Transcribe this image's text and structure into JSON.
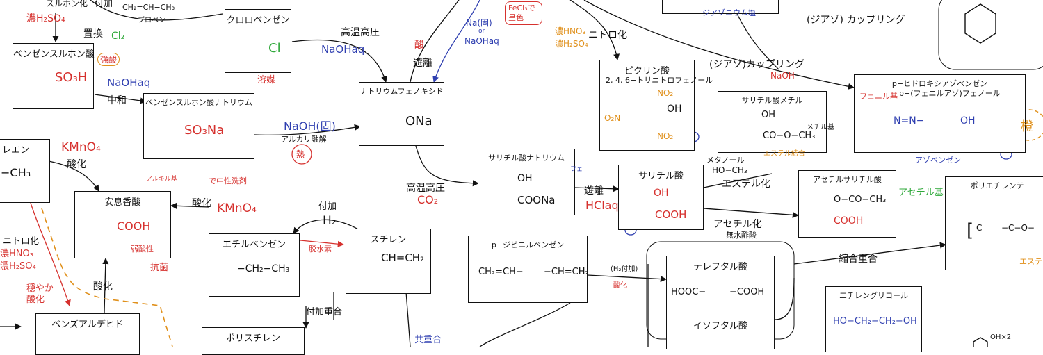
{
  "colors": {
    "ink": "#111111",
    "red": "#d6312e",
    "blue": "#2f3fb0",
    "orange": "#e0901b",
    "green": "#2fa83a"
  },
  "boxes": {
    "chlorobenzene": {
      "title": "クロロベンゼン",
      "formula": "Cl"
    },
    "benzenesulfonic_acid": {
      "title": "ベンゼンスルホン酸",
      "formula": "SO₃H"
    },
    "sodium_benzenesulfonate": {
      "title": "ベンゼンスルホン酸ナトリウム",
      "formula": "SO₃Na"
    },
    "sodium_phenoxide": {
      "title": "ナトリウムフェノキシド",
      "formula": "ONa"
    },
    "picric_acid": {
      "title": "ピクリン酸",
      "subtitle": "2, 4, 6−トリニトロフェノール",
      "no2": "NO₂",
      "oh": "OH",
      "o2n": "O₂N"
    },
    "methyl_salicylate": {
      "title": "サリチル酸メチル",
      "oh": "OH",
      "ester": "CO−O−CH₃"
    },
    "hydroxyazobenzene": {
      "title": "p−ヒドロキシアゾベンゼン",
      "subtitle": "p−(フェニルアゾ)フェノール",
      "formula": "N=N−",
      "oh": "OH"
    },
    "toluene": {
      "title": "レエン",
      "formula": "−CH₃"
    },
    "benzoic_acid": {
      "title": "安息香酸",
      "formula": "COOH"
    },
    "sodium_salicylate": {
      "title": "サリチル酸ナトリウム",
      "oh": "OH",
      "formula": "COONa"
    },
    "salicylic_acid": {
      "title": "サリチル酸",
      "oh": "OH",
      "formula": "COOH"
    },
    "acetylsalicylic_acid": {
      "title": "アセチルサリチル酸",
      "formula": "O−CO−CH₃",
      "cooh": "COOH"
    },
    "polyethylene_terephthalate": {
      "title": "ポリエチレンテ"
    },
    "ethylbenzene": {
      "title": "エチルベンゼン",
      "formula": "−CH₂−CH₃"
    },
    "styrene": {
      "title": "スチレン",
      "formula": "CH=CH₂"
    },
    "divinylbenzene": {
      "title": "p−ジビニルベンゼン",
      "left": "CH₂=CH−",
      "right": "−CH=CH₂"
    },
    "terephthalic_acid": {
      "title": "テレフタル酸",
      "left": "HOOC−",
      "right": "−COOH"
    },
    "ethylene_glycol": {
      "title": "エチレングリコール",
      "formula": "HO−CH₂−CH₂−OH"
    },
    "benzaldehyde": {
      "title": "ベンズアルデヒド"
    },
    "polystyrene": {
      "title": "ポリスチレン"
    },
    "isophthalic_acid": {
      "title": "イソフタル酸"
    }
  },
  "labels": {
    "sulfonation": "スルホン化",
    "conc_h2so4_top": "濃H₂SO₄",
    "addition_top": "付加",
    "propene": "CH₂=CH−CH₃",
    "propene_name": "プロペン",
    "substitution": "置換",
    "cl2": "Cl₂",
    "high_tp_1": "高温高圧",
    "naoh_aq_1": "NaOHaq",
    "acid": "酸",
    "liberation_1": "遊離",
    "na_solid": "Na(固)",
    "or": "or",
    "naoh_aq_2": "NaOHaq",
    "fecl3": "FeCl₃で呈色",
    "conc_hno3_1": "濃HNO₃",
    "conc_h2so4_1": "濃H₂SO₄",
    "nitration_1": "ニトロ化",
    "diazonium": "ジアゾニウム塩",
    "diazo_coupling_1": "(ジアゾ) カップリング",
    "diazo_coupling_2": "(ジアゾ)カップリング",
    "naoh_1": "NaOH",
    "strong_acid": "強酸",
    "solvent": "溶媒",
    "naoh_aq_3": "NaOHaq",
    "neutralization": "中和",
    "naoh_solid": "NaOH(固)",
    "alkali_fusion": "アルカリ融解",
    "heat": "熱",
    "detergent": "で中性洗剤",
    "alkyl": "アルキル基",
    "methanol": "メタノール",
    "methyl_group": "メチル基",
    "ester_bond": "エステル結合",
    "phenyl_group": "フェニル基",
    "azobenzene": "アゾベンゼン",
    "orange": "橙",
    "kmno4_1": "KMnO₄",
    "oxidation_1": "酸化",
    "high_tp_2": "高温高圧",
    "co2": "CO₂",
    "liberation_2": "遊離",
    "hcl_aq": "HClaq",
    "esterification": "エステル化",
    "ho_ch3": "HO−CH₃",
    "acetylation": "アセチル化",
    "acetic_anhydride": "無水酢酸",
    "acetyl_group": "アセチル基",
    "kmno4_2": "KMnO₄",
    "oxidation_2": "酸化",
    "antiseptic": "弱酸性",
    "antibacterial": "抗菌",
    "addition_h2": "付加",
    "h2": "H₂",
    "dehydrogenation": "脱水素",
    "nitration_2": "ニトロ化",
    "conc_hno3_2": "濃HNO₃",
    "conc_h2so4_2": "濃H₂SO₄",
    "mild_oxidation": "穏やか酸化",
    "oxidation_3": "酸化",
    "addition_polymerization": "付加重合",
    "copolymerization": "共重合",
    "h2_addition": "(H₂付加)",
    "oxidation_4": "酸化",
    "condensation_polymerization": "縮合重合",
    "ester_tag": "エステ",
    "oh_x2": "OH×2",
    "fe_tag": "フェ"
  }
}
